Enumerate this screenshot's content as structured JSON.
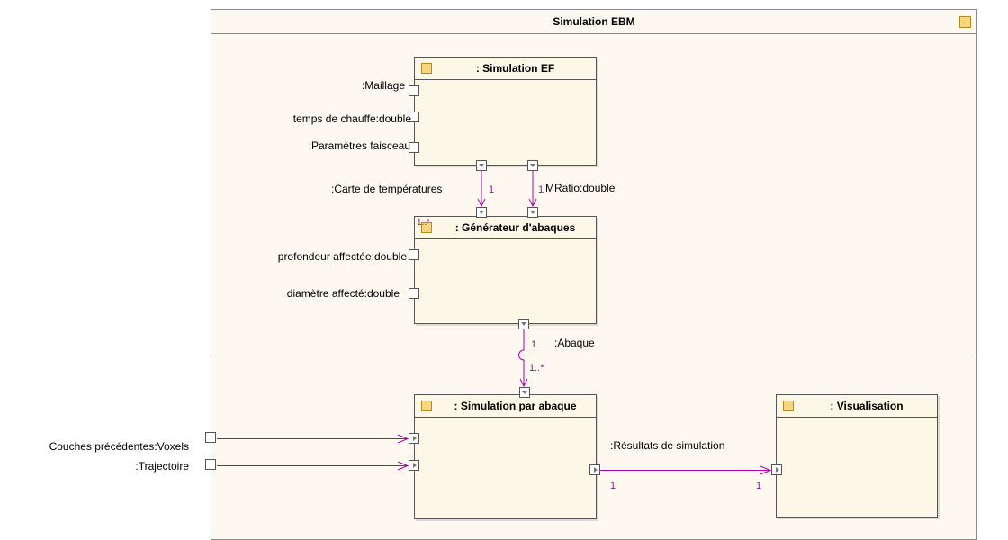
{
  "frame": {
    "title": "Simulation EBM"
  },
  "parts": {
    "simulation_ef": {
      "title": ": Simulation EF"
    },
    "generateur": {
      "title": ": Générateur d'abaques",
      "multiplicity": "1..*"
    },
    "simulation_abaque": {
      "title": ": Simulation par abaque"
    },
    "visualisation": {
      "title": ": Visualisation"
    }
  },
  "ports": {
    "maillage": ":Maillage",
    "temps_chauffe": "temps de chauffe:double",
    "parametres_faisceau": ":Paramètres faisceau",
    "profondeur": "profondeur affectée:double",
    "diametre": "diamètre affecté:double",
    "couches": "Couches précédentes:Voxels",
    "trajectoire": ":Trajectoire"
  },
  "connectors": {
    "carte": {
      "label": ":Carte de températures",
      "mult_end": "1"
    },
    "mratio": {
      "label": "MRatio:double",
      "mult_end": "1"
    },
    "abaque": {
      "label": ":Abaque",
      "mult_start": "1",
      "mult_end": "1..*"
    },
    "resultats": {
      "label": ":Résultats de simulation",
      "mult_start": "1",
      "mult_end": "1"
    }
  },
  "colors": {
    "connector": "#b400b4",
    "swimlane_line": "#2020c8",
    "frame_fill": "#fdf9f0",
    "part_icon": "#f6d77e"
  }
}
